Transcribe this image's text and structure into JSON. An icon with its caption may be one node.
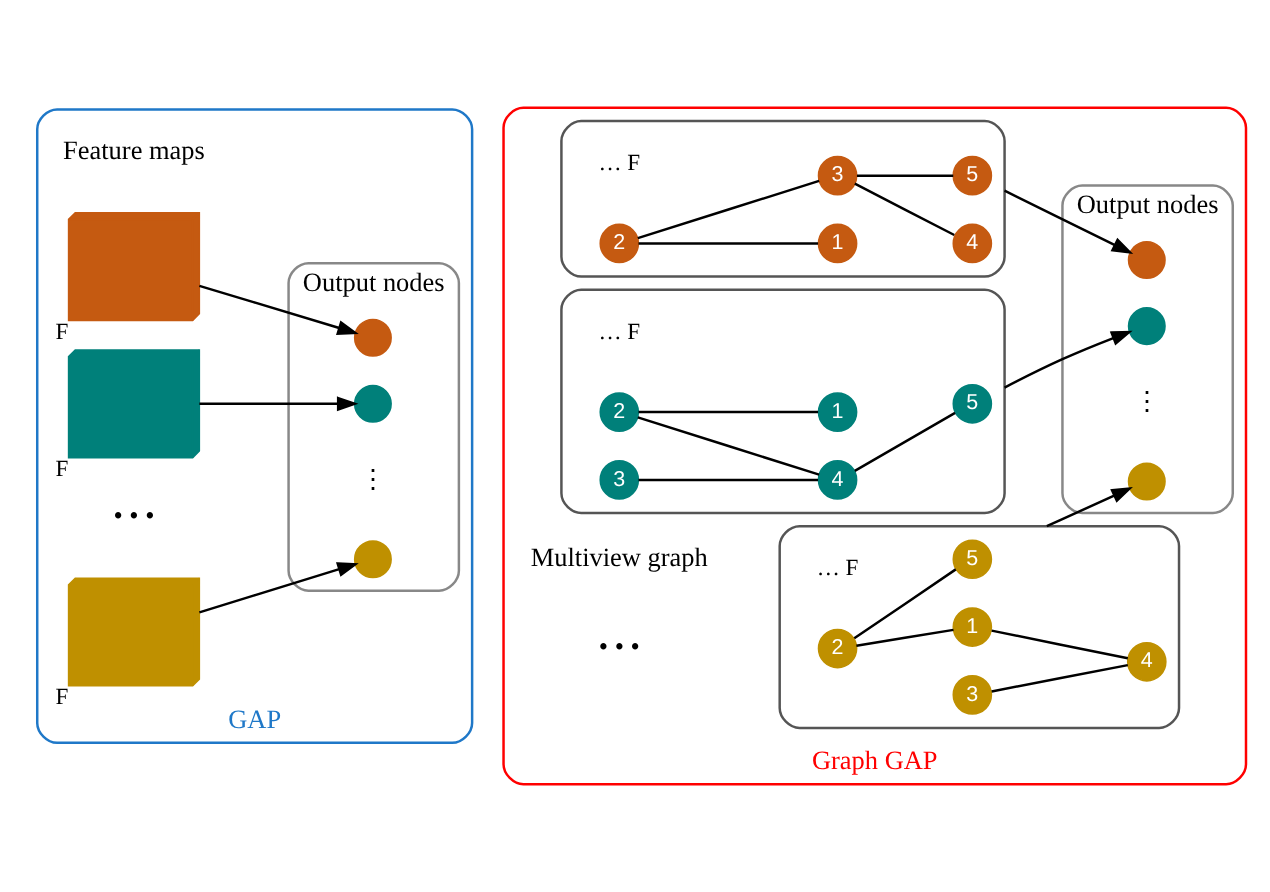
{
  "diagram": {
    "nodes": [
      {
        "text": [
          "GAP"
        ]
      },
      {
        "text": [],
        "shape": "box",
        "beside": [
          "F"
        ],
        "in": 0
      },
      {
        "text": [],
        "shape": "box",
        "beside": [
          "F"
        ],
        "in": 0
      },
      {
        "text": [],
        "shape": "box",
        "beside": [
          "F"
        ],
        "in": 0
      },
      {
        "text": [
          "Output nodes"
        ],
        "in": 0
      },
      {
        "text": [],
        "shape": "circle",
        "in": 4
      },
      {
        "text": [],
        "shape": "circle",
        "in": 4
      },
      {
        "text": [],
        "shape": "circle",
        "in": 4
      },
      {
        "text": [
          "Graph GAP"
        ]
      },
      {
        "text": [],
        "shape": "box",
        "beside": [
          "…",
          "F"
        ],
        "in": 8
      },
      {
        "text": [
          "1"
        ],
        "in": 9
      },
      {
        "text": [
          "2"
        ],
        "in": 9
      },
      {
        "text": [
          "3"
        ],
        "in": 9
      },
      {
        "text": [
          "4"
        ],
        "in": 9
      },
      {
        "text": [
          "5"
        ],
        "in": 9
      },
      {
        "text": [],
        "shape": "box",
        "beside": [
          "…",
          "F"
        ],
        "in": 8
      },
      {
        "text": [
          "1"
        ],
        "in": 15
      },
      {
        "text": [
          "2"
        ],
        "in": 15
      },
      {
        "text": [
          "3"
        ],
        "in": 15
      },
      {
        "text": [
          "4"
        ],
        "in": 15
      },
      {
        "text": [
          "5"
        ],
        "in": 15
      },
      {
        "text": [],
        "shape": "box",
        "beside": [
          "…",
          "F"
        ],
        "in": 8
      },
      {
        "text": [
          "1"
        ],
        "in": 21
      },
      {
        "text": [
          "2"
        ],
        "in": 21
      },
      {
        "text": [
          "3"
        ],
        "in": 21
      },
      {
        "text": [
          "4"
        ],
        "in": 21
      },
      {
        "text": [
          "5"
        ],
        "in": 21
      },
      {
        "text": [
          "Output nodes"
        ],
        "in": 8
      },
      {
        "text": [],
        "shape": "circle",
        "in": 27
      },
      {
        "text": [],
        "shape": "circle",
        "in": 27
      },
      {
        "text": [],
        "shape": "circle",
        "in": 27
      }
    ],
    "edges": [
      {
        "from": 1,
        "to": 5,
        "arrow": "to"
      },
      {
        "from": 2,
        "to": 6,
        "arrow": "to"
      },
      {
        "from": 3,
        "to": 7,
        "arrow": "to"
      },
      {
        "from": 11,
        "to": 10,
        "arrow": "none"
      },
      {
        "from": 11,
        "to": 12,
        "arrow": "none"
      },
      {
        "from": 12,
        "to": 14,
        "arrow": "none"
      },
      {
        "from": 12,
        "to": 13,
        "arrow": "none"
      },
      {
        "from": 17,
        "to": 16,
        "arrow": "none"
      },
      {
        "from": 17,
        "to": 19,
        "arrow": "none"
      },
      {
        "from": 18,
        "to": 19,
        "arrow": "none"
      },
      {
        "from": 19,
        "to": 20,
        "arrow": "none"
      },
      {
        "from": 23,
        "to": 22,
        "arrow": "none"
      },
      {
        "from": 23,
        "to": 26,
        "arrow": "none"
      },
      {
        "from": 24,
        "to": 25,
        "arrow": "none"
      },
      {
        "from": 22,
        "to": 25,
        "arrow": "none"
      },
      {
        "from": 9,
        "to": 28,
        "arrow": "to"
      },
      {
        "from": 15,
        "to": 29,
        "arrow": "to"
      },
      {
        "from": 21,
        "to": 30,
        "arrow": "to"
      }
    ],
    "labels": [
      "Feature maps",
      "• • •",
      "⋮",
      "Multiview graph",
      "• • •",
      "⋮"
    ]
  }
}
